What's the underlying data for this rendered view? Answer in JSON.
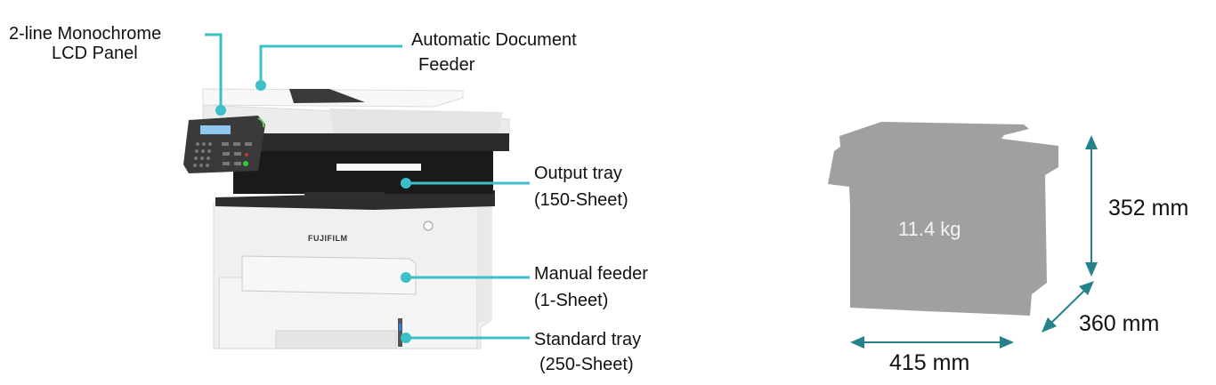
{
  "callouts": [
    {
      "line1": "2-line Monochrome",
      "line2": "LCD Panel"
    },
    {
      "line1": "Automatic Document",
      "line2": "Feeder"
    },
    {
      "line1": "Output tray",
      "line2": "(150-Sheet)"
    },
    {
      "line1": "Manual feeder",
      "line2": "(1-Sheet)"
    },
    {
      "line1": "Standard tray",
      "line2": "(250-Sheet)"
    }
  ],
  "printer": {
    "brand": "FUJIFILM"
  },
  "specs": {
    "weight": "11.4 kg",
    "height": "352 mm",
    "depth": "360 mm",
    "width": "415 mm"
  },
  "colors": {
    "callout": "#3cbfc8",
    "dimension_arrow": "#25828a",
    "silhouette": "#a0a0a0"
  }
}
